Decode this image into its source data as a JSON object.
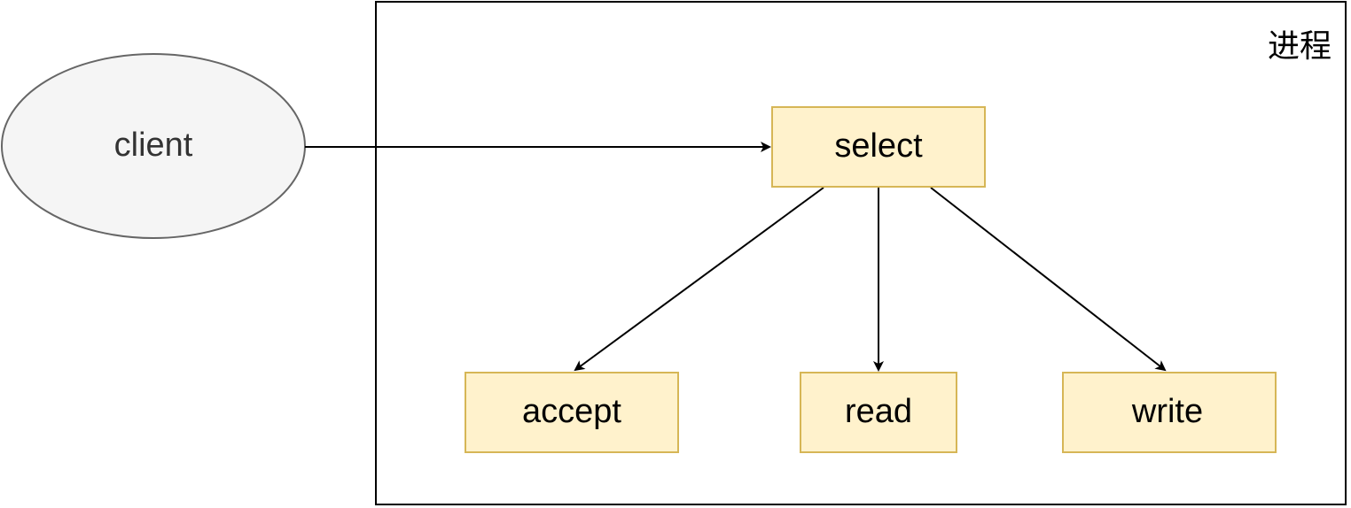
{
  "container": {
    "label": "进程"
  },
  "nodes": {
    "client": "client",
    "select": "select",
    "accept": "accept",
    "read": "read",
    "write": "write"
  },
  "colors": {
    "box_fill": "#fff2cc",
    "box_stroke": "#d6b656",
    "ellipse_fill": "#f5f5f5",
    "ellipse_stroke": "#666666",
    "client_text": "#333333",
    "line": "#000000"
  }
}
